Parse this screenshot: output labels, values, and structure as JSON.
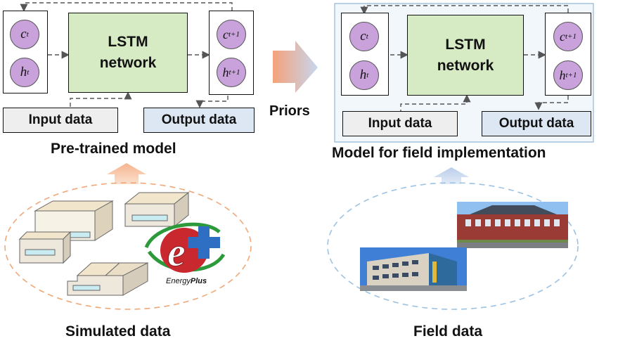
{
  "left_model": {
    "cell_in": {
      "base": "c",
      "sub": "t"
    },
    "hidden_in": {
      "base": "h",
      "sub": "t"
    },
    "cell_out": {
      "base": "c",
      "sub": "t+1"
    },
    "hidden_out": {
      "base": "h",
      "sub": "t+1"
    },
    "lstm_line1": "LSTM",
    "lstm_line2": "network",
    "input_label": "Input data",
    "output_label": "Output data",
    "caption": "Pre-trained model"
  },
  "right_model": {
    "cell_in": {
      "base": "c",
      "sub": "t"
    },
    "hidden_in": {
      "base": "h",
      "sub": "t"
    },
    "cell_out": {
      "base": "c",
      "sub": "t+1"
    },
    "hidden_out": {
      "base": "h",
      "sub": "t+1"
    },
    "lstm_line1": "LSTM",
    "lstm_line2": "network",
    "input_label": "Input data",
    "output_label": "Output data",
    "caption": "Model for field implementation"
  },
  "transfer_label": "Priors",
  "simulated": {
    "caption": "Simulated data",
    "logo_text_1": "Energy",
    "logo_text_2": "Plus"
  },
  "field": {
    "caption": "Field data"
  },
  "colors": {
    "circle_fill": "#c9a2dc",
    "lstm_fill": "#d6eac4",
    "input_fill": "#eeeeee",
    "output_fill": "#dde7f3",
    "arrow_orange": "#f5b48e",
    "arrow_blue": "#b9cde9",
    "ellipse_orange": "#f0a878",
    "ellipse_blue": "#9cc3e4",
    "field_panel_bg": "#f2f7fc"
  }
}
